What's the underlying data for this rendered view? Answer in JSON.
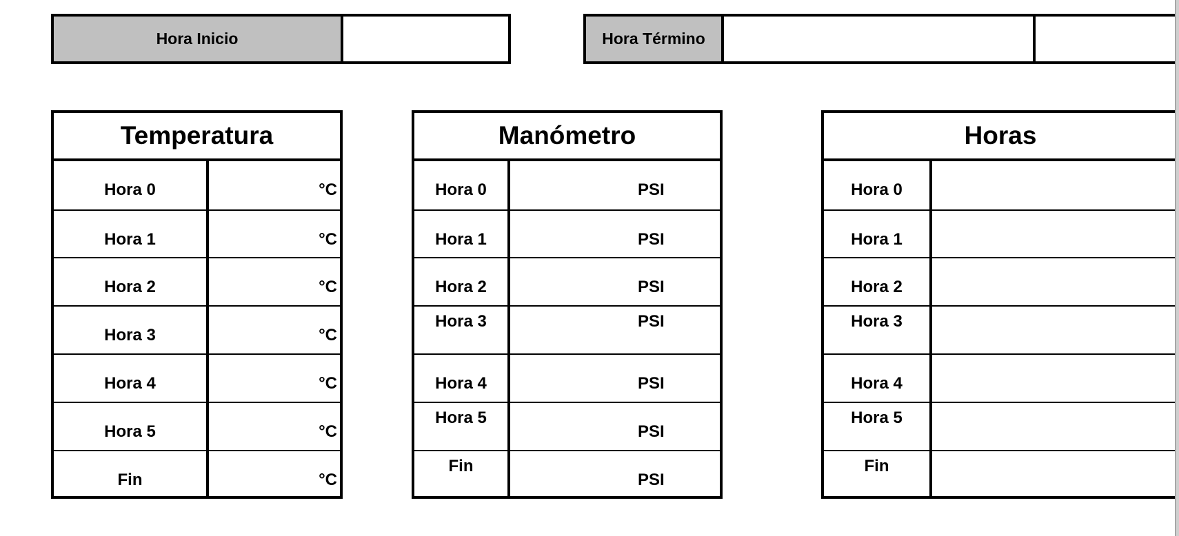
{
  "header": {
    "start_label": "Hora Inicio",
    "end_label": "Hora Término"
  },
  "temperature": {
    "title": "Temperatura",
    "unit": "°C",
    "rows": [
      "Hora 0",
      "Hora 1",
      "Hora 2",
      "Hora 3",
      "Hora 4",
      "Hora 5",
      "Fin"
    ]
  },
  "pressure": {
    "title": "Manómetro",
    "unit": "PSI",
    "rows": [
      "Hora 0",
      "Hora 1",
      "Hora 2",
      "Hora 3",
      "Hora 4",
      "Hora 5",
      "Fin"
    ]
  },
  "hours": {
    "title": "Horas",
    "rows": [
      "Hora 0",
      "Hora 1",
      "Hora 2",
      "Hora 3",
      "Hora 4",
      "Hora 5",
      "Fin"
    ]
  }
}
